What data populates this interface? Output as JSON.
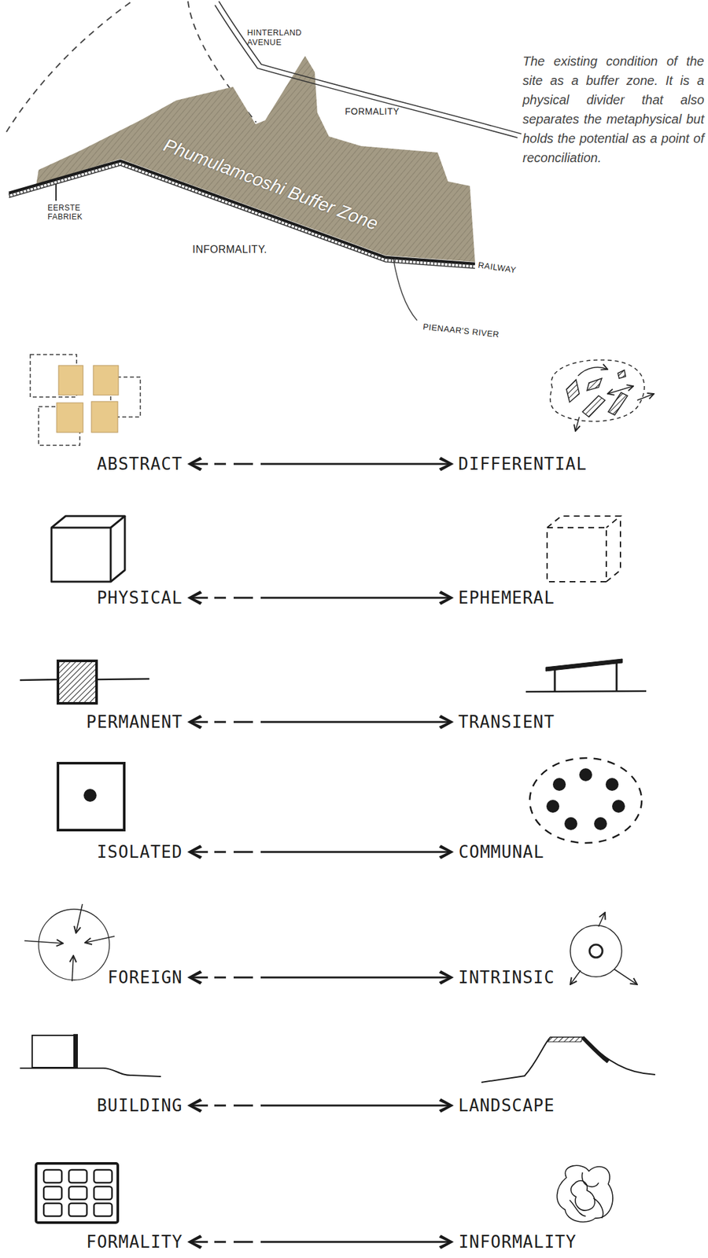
{
  "diagram": {
    "caption": "The existing condition of the site as a buffer zone. It is a physical divider that also separates the metaphysical but holds the potential as a point of reconciliation.",
    "nodes": [
      {
        "text": [
          "Phumulamcoshi Buffer Zone"
        ]
      },
      {
        "text": [
          "ABSTRACT"
        ]
      },
      {
        "text": [
          "DIFFERENTIAL"
        ]
      },
      {
        "text": [
          "PHYSICAL"
        ]
      },
      {
        "text": [
          "EPHEMERAL"
        ]
      },
      {
        "text": [
          "PERMANENT"
        ]
      },
      {
        "text": [
          "TRANSIENT"
        ]
      },
      {
        "text": [
          "ISOLATED"
        ]
      },
      {
        "text": [
          "COMMUNAL"
        ]
      },
      {
        "text": [
          "FOREIGN"
        ]
      },
      {
        "text": [
          "INTRINSIC"
        ]
      },
      {
        "text": [
          "BUILDING"
        ]
      },
      {
        "text": [
          "LANDSCAPE"
        ]
      },
      {
        "text": [
          "FORMALITY"
        ]
      },
      {
        "text": [
          "INFORMALITY"
        ]
      }
    ],
    "edges": [
      {
        "from": 1,
        "to": 2,
        "arrow": "both"
      },
      {
        "from": 3,
        "to": 4,
        "arrow": "both"
      },
      {
        "from": 5,
        "to": 6,
        "arrow": "both"
      },
      {
        "from": 7,
        "to": 8,
        "arrow": "both"
      },
      {
        "from": 9,
        "to": 10,
        "arrow": "both"
      },
      {
        "from": 11,
        "to": 12,
        "arrow": "both"
      },
      {
        "from": 13,
        "to": 14,
        "arrow": "both"
      }
    ],
    "labels": [
      "HINTERLAND AVENUE",
      "FORMALITY",
      "EERSTE FABRIEK",
      "INFORMALITY.",
      "RAILWAY",
      "PIENAAR'S RIVER"
    ]
  }
}
